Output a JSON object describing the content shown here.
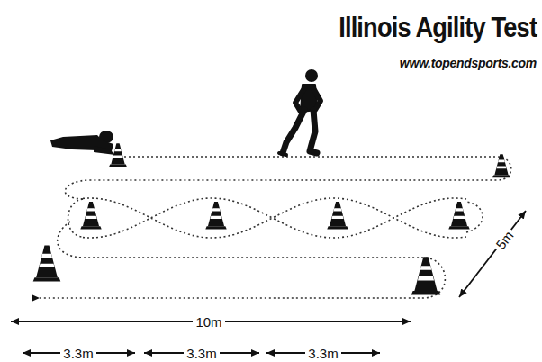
{
  "diagram": {
    "title": "Illinois Agility Test",
    "labels": [
      "www.topendsports.com",
      "10m",
      "3.3m",
      "3.3m",
      "3.3m",
      "5m"
    ]
  }
}
